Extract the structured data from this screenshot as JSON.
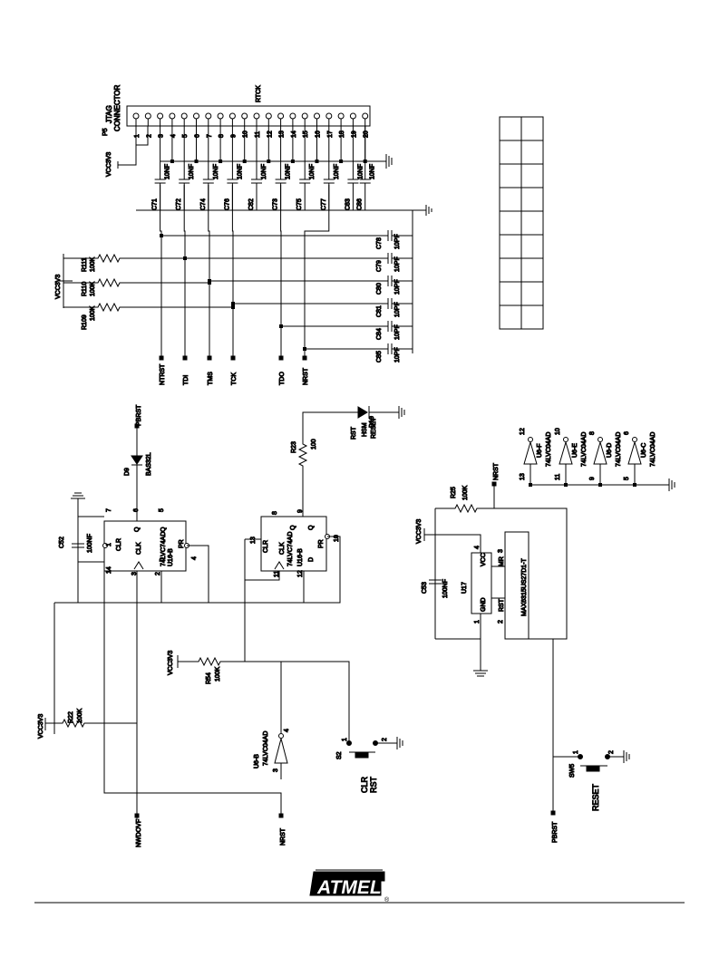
{
  "jtag": {
    "title1": "JTAG",
    "title2": "CONNECTOR",
    "ref": "P5",
    "rtck": "RTCK",
    "vcc": "VCC3V3",
    "pins": [
      "1",
      "2",
      "3",
      "4",
      "5",
      "6",
      "7",
      "8",
      "9",
      "10",
      "11",
      "12",
      "13",
      "14",
      "15",
      "16",
      "17",
      "18",
      "19",
      "20"
    ],
    "caps": [
      {
        "ref": "C71",
        "val": "10NF"
      },
      {
        "ref": "C72",
        "val": "10NF"
      },
      {
        "ref": "C74",
        "val": "10NF"
      },
      {
        "ref": "C76",
        "val": "10NF"
      },
      {
        "ref": "C82",
        "val": "10NF"
      },
      {
        "ref": "C73",
        "val": "10NF"
      },
      {
        "ref": "C75",
        "val": "10NF"
      },
      {
        "ref": "C77",
        "val": "10NF"
      },
      {
        "ref": "C83",
        "val": "10NF"
      },
      {
        "ref": "C86",
        "val": "10NF"
      }
    ],
    "filter_caps": [
      {
        "ref": "C78",
        "val": "10PF"
      },
      {
        "ref": "C79",
        "val": "10PF"
      },
      {
        "ref": "C80",
        "val": "10PF"
      },
      {
        "ref": "C81",
        "val": "10PF"
      },
      {
        "ref": "C84",
        "val": "10PF"
      },
      {
        "ref": "C85",
        "val": "10PF"
      }
    ],
    "resistors": [
      {
        "ref": "R111",
        "val": "100K"
      },
      {
        "ref": "R110",
        "val": "100K"
      },
      {
        "ref": "R109",
        "val": "100K"
      }
    ],
    "signals": [
      "NTRST",
      "TDI",
      "TMS",
      "TCK",
      "TDO",
      "NRST"
    ]
  },
  "reset_logic": {
    "c52": {
      "ref": "C52",
      "val": "100NF"
    },
    "d9": {
      "ref": "D9",
      "part": "BAS32L"
    },
    "pbrst": "PBRST",
    "u16b": {
      "title": "U16-B",
      "part": "74LVC74AD",
      "clr": "CLR",
      "clk": "CLK",
      "d": "D",
      "q": "Q",
      "pr": "PR",
      "qbar": "Q"
    },
    "u16b_pins": {
      "p1": "1",
      "p2": "2",
      "p3": "3",
      "p4": "4",
      "p5": "5",
      "p6": "6",
      "p7": "7",
      "p14": "14"
    },
    "u16b2_pins": {
      "p8": "8",
      "p9": "9",
      "p10": "10",
      "p11": "11",
      "p12": "12",
      "p13": "13"
    },
    "r23": {
      "ref": "R23",
      "val": "100"
    },
    "d10": {
      "ref": "D10",
      "part": "HSM",
      "label1": "RST",
      "label2": "RESET"
    },
    "r54": {
      "ref": "R54",
      "val": "100K"
    },
    "r22": {
      "ref": "R22",
      "val": "100K"
    },
    "vcc": "VCC3V3",
    "u6b": {
      "title": "U6-B",
      "part": "74LVC04AD",
      "pin_in": "3",
      "pin_out": "4"
    },
    "s2": {
      "ref": "S2",
      "label1": "CLR",
      "label2": "RST",
      "p1": "1",
      "p2": "2"
    },
    "nwdovf": "NWDOVF",
    "nrst": "NRST"
  },
  "supervisor": {
    "r25": {
      "ref": "R25",
      "val": "100K"
    },
    "nrst": "NRST",
    "vcc": "VCC3V3",
    "c53": {
      "ref": "C53",
      "val": "100NF"
    },
    "u17": {
      "ref": "U17",
      "part": "MAX6315US27D1-T",
      "vcc": "VCC",
      "gnd": "GND",
      "rst": "RST",
      "mr": "MR",
      "p1": "1",
      "p2": "2",
      "p3": "3",
      "p4": "4"
    },
    "sw5": {
      "ref": "SW5",
      "label": "RESET",
      "p1": "1",
      "p2": "2"
    },
    "pbrst": "PBRST"
  },
  "inverters": [
    {
      "title": "U6-F",
      "part": "74LVC04AD",
      "in": "13",
      "out": "12"
    },
    {
      "title": "U6-E",
      "part": "74LVC04AD",
      "in": "11",
      "out": "10"
    },
    {
      "title": "U6-D",
      "part": "74LVC04AD",
      "in": "9",
      "out": "8"
    },
    {
      "title": "U6-C",
      "part": "74LVC04AD",
      "in": "5",
      "out": "6"
    }
  ],
  "logo": {
    "text": "ATMEL",
    "reg": "®"
  }
}
